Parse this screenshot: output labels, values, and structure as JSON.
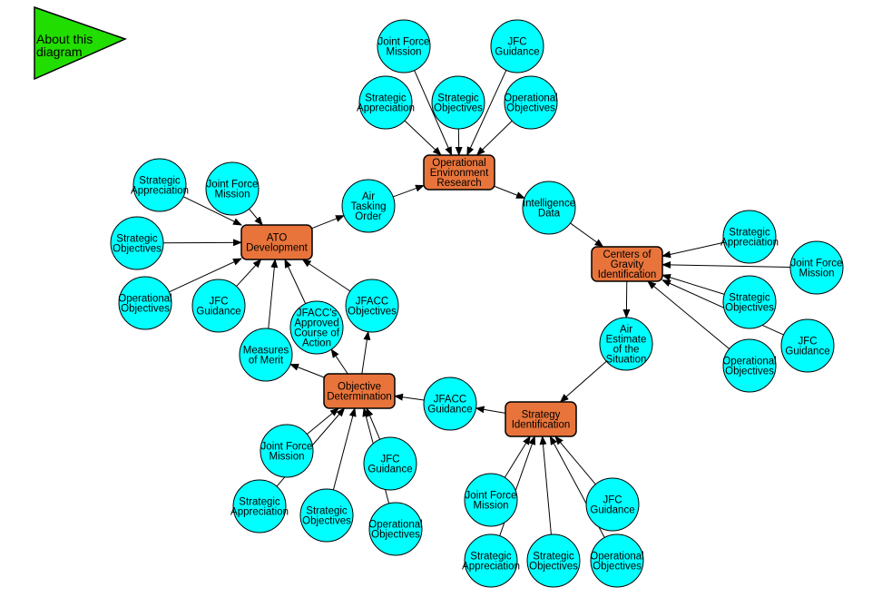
{
  "about": {
    "label": [
      "About this",
      "diagram"
    ]
  },
  "colors": {
    "circle_fill": "#00ffff",
    "rect_fill": "#e8743b",
    "flag_fill": "#22dd00",
    "edge": "#000000"
  },
  "processes": [
    {
      "id": "oer",
      "label": [
        "Operational",
        "Environment",
        "Research"
      ]
    },
    {
      "id": "cog",
      "label": [
        "Centers of",
        "Gravity",
        "Identification"
      ]
    },
    {
      "id": "si",
      "label": [
        "Strategy",
        "Identification"
      ]
    },
    {
      "id": "od",
      "label": [
        "Objective",
        "Determination"
      ]
    },
    {
      "id": "ato",
      "label": [
        "ATO",
        "Development"
      ]
    }
  ],
  "products": [
    {
      "id": "intel",
      "label": [
        "Intelligence",
        "Data"
      ]
    },
    {
      "id": "airest",
      "label": [
        "Air",
        "Estimate",
        "of the",
        "Situation"
      ]
    },
    {
      "id": "jfaccg",
      "label": [
        "JFACC",
        "Guidance"
      ]
    },
    {
      "id": "measures",
      "label": [
        "Measures",
        "of Merit"
      ]
    },
    {
      "id": "jfaccoa",
      "label": [
        "JFACC's",
        "Approved",
        "Course of",
        "Action"
      ]
    },
    {
      "id": "jfaccobj",
      "label": [
        "JFACC",
        "Objectives"
      ]
    },
    {
      "id": "ato_order",
      "label": [
        "Air",
        "Tasking",
        "Order"
      ]
    }
  ],
  "inputs": [
    {
      "id": "t_jfm",
      "label": [
        "Joint Force",
        "Mission"
      ]
    },
    {
      "id": "t_jfc",
      "label": [
        "JFC",
        "Guidance"
      ]
    },
    {
      "id": "t_sa",
      "label": [
        "Strategic",
        "Appreciation"
      ]
    },
    {
      "id": "t_so",
      "label": [
        "Strategic",
        "Objectives"
      ]
    },
    {
      "id": "t_oo",
      "label": [
        "Operational",
        "Objectives"
      ]
    },
    {
      "id": "r_sa",
      "label": [
        "Strategic",
        "Appreciation"
      ]
    },
    {
      "id": "r_jfm",
      "label": [
        "Joint Force",
        "Mission"
      ]
    },
    {
      "id": "r_so",
      "label": [
        "Strategic",
        "Objectives"
      ]
    },
    {
      "id": "r_jfc",
      "label": [
        "JFC",
        "Guidance"
      ]
    },
    {
      "id": "r_oo",
      "label": [
        "Operational",
        "Objectives"
      ]
    },
    {
      "id": "b_jfm",
      "label": [
        "Joint Force",
        "Mission"
      ]
    },
    {
      "id": "b_jfc",
      "label": [
        "JFC",
        "Guidance"
      ]
    },
    {
      "id": "b_sa",
      "label": [
        "Strategic",
        "Appreciation"
      ]
    },
    {
      "id": "b_so",
      "label": [
        "Strategic",
        "Objectives"
      ]
    },
    {
      "id": "b_oo",
      "label": [
        "Operational",
        "Objectives"
      ]
    },
    {
      "id": "bl_jfm",
      "label": [
        "Joint Force",
        "Mission"
      ]
    },
    {
      "id": "bl_jfc",
      "label": [
        "JFC",
        "Guidance"
      ]
    },
    {
      "id": "bl_sa",
      "label": [
        "Strategic",
        "Appreciation"
      ]
    },
    {
      "id": "bl_so",
      "label": [
        "Strategic",
        "Objectives"
      ]
    },
    {
      "id": "bl_oo",
      "label": [
        "Operational",
        "Objectives"
      ]
    },
    {
      "id": "l_sa",
      "label": [
        "Strategic",
        "Appreciation"
      ]
    },
    {
      "id": "l_jfm",
      "label": [
        "Joint Force",
        "Mission"
      ]
    },
    {
      "id": "l_so",
      "label": [
        "Strategic",
        "Objectives"
      ]
    },
    {
      "id": "l_oo",
      "label": [
        "Operational",
        "Objectives"
      ]
    },
    {
      "id": "l_jfc",
      "label": [
        "JFC",
        "Guidance"
      ]
    }
  ],
  "edges": [
    [
      "t_jfm",
      "oer"
    ],
    [
      "t_jfc",
      "oer"
    ],
    [
      "t_sa",
      "oer"
    ],
    [
      "t_so",
      "oer"
    ],
    [
      "t_oo",
      "oer"
    ],
    [
      "oer",
      "intel"
    ],
    [
      "intel",
      "cog"
    ],
    [
      "r_sa",
      "cog"
    ],
    [
      "r_jfm",
      "cog"
    ],
    [
      "r_so",
      "cog"
    ],
    [
      "r_jfc",
      "cog"
    ],
    [
      "r_oo",
      "cog"
    ],
    [
      "cog",
      "airest"
    ],
    [
      "airest",
      "si"
    ],
    [
      "b_jfm",
      "si"
    ],
    [
      "b_jfc",
      "si"
    ],
    [
      "b_sa",
      "si"
    ],
    [
      "b_so",
      "si"
    ],
    [
      "b_oo",
      "si"
    ],
    [
      "si",
      "jfaccg"
    ],
    [
      "jfaccg",
      "od"
    ],
    [
      "bl_jfm",
      "od"
    ],
    [
      "bl_jfc",
      "od"
    ],
    [
      "bl_sa",
      "od"
    ],
    [
      "bl_so",
      "od"
    ],
    [
      "bl_oo",
      "od"
    ],
    [
      "od",
      "measures"
    ],
    [
      "od",
      "jfaccoa"
    ],
    [
      "od",
      "jfaccobj"
    ],
    [
      "measures",
      "ato"
    ],
    [
      "jfaccoa",
      "ato"
    ],
    [
      "jfaccobj",
      "ato"
    ],
    [
      "l_sa",
      "ato"
    ],
    [
      "l_jfm",
      "ato"
    ],
    [
      "l_so",
      "ato"
    ],
    [
      "l_oo",
      "ato"
    ],
    [
      "l_jfc",
      "ato"
    ],
    [
      "ato",
      "ato_order"
    ],
    [
      "ato_order",
      "oer"
    ]
  ]
}
